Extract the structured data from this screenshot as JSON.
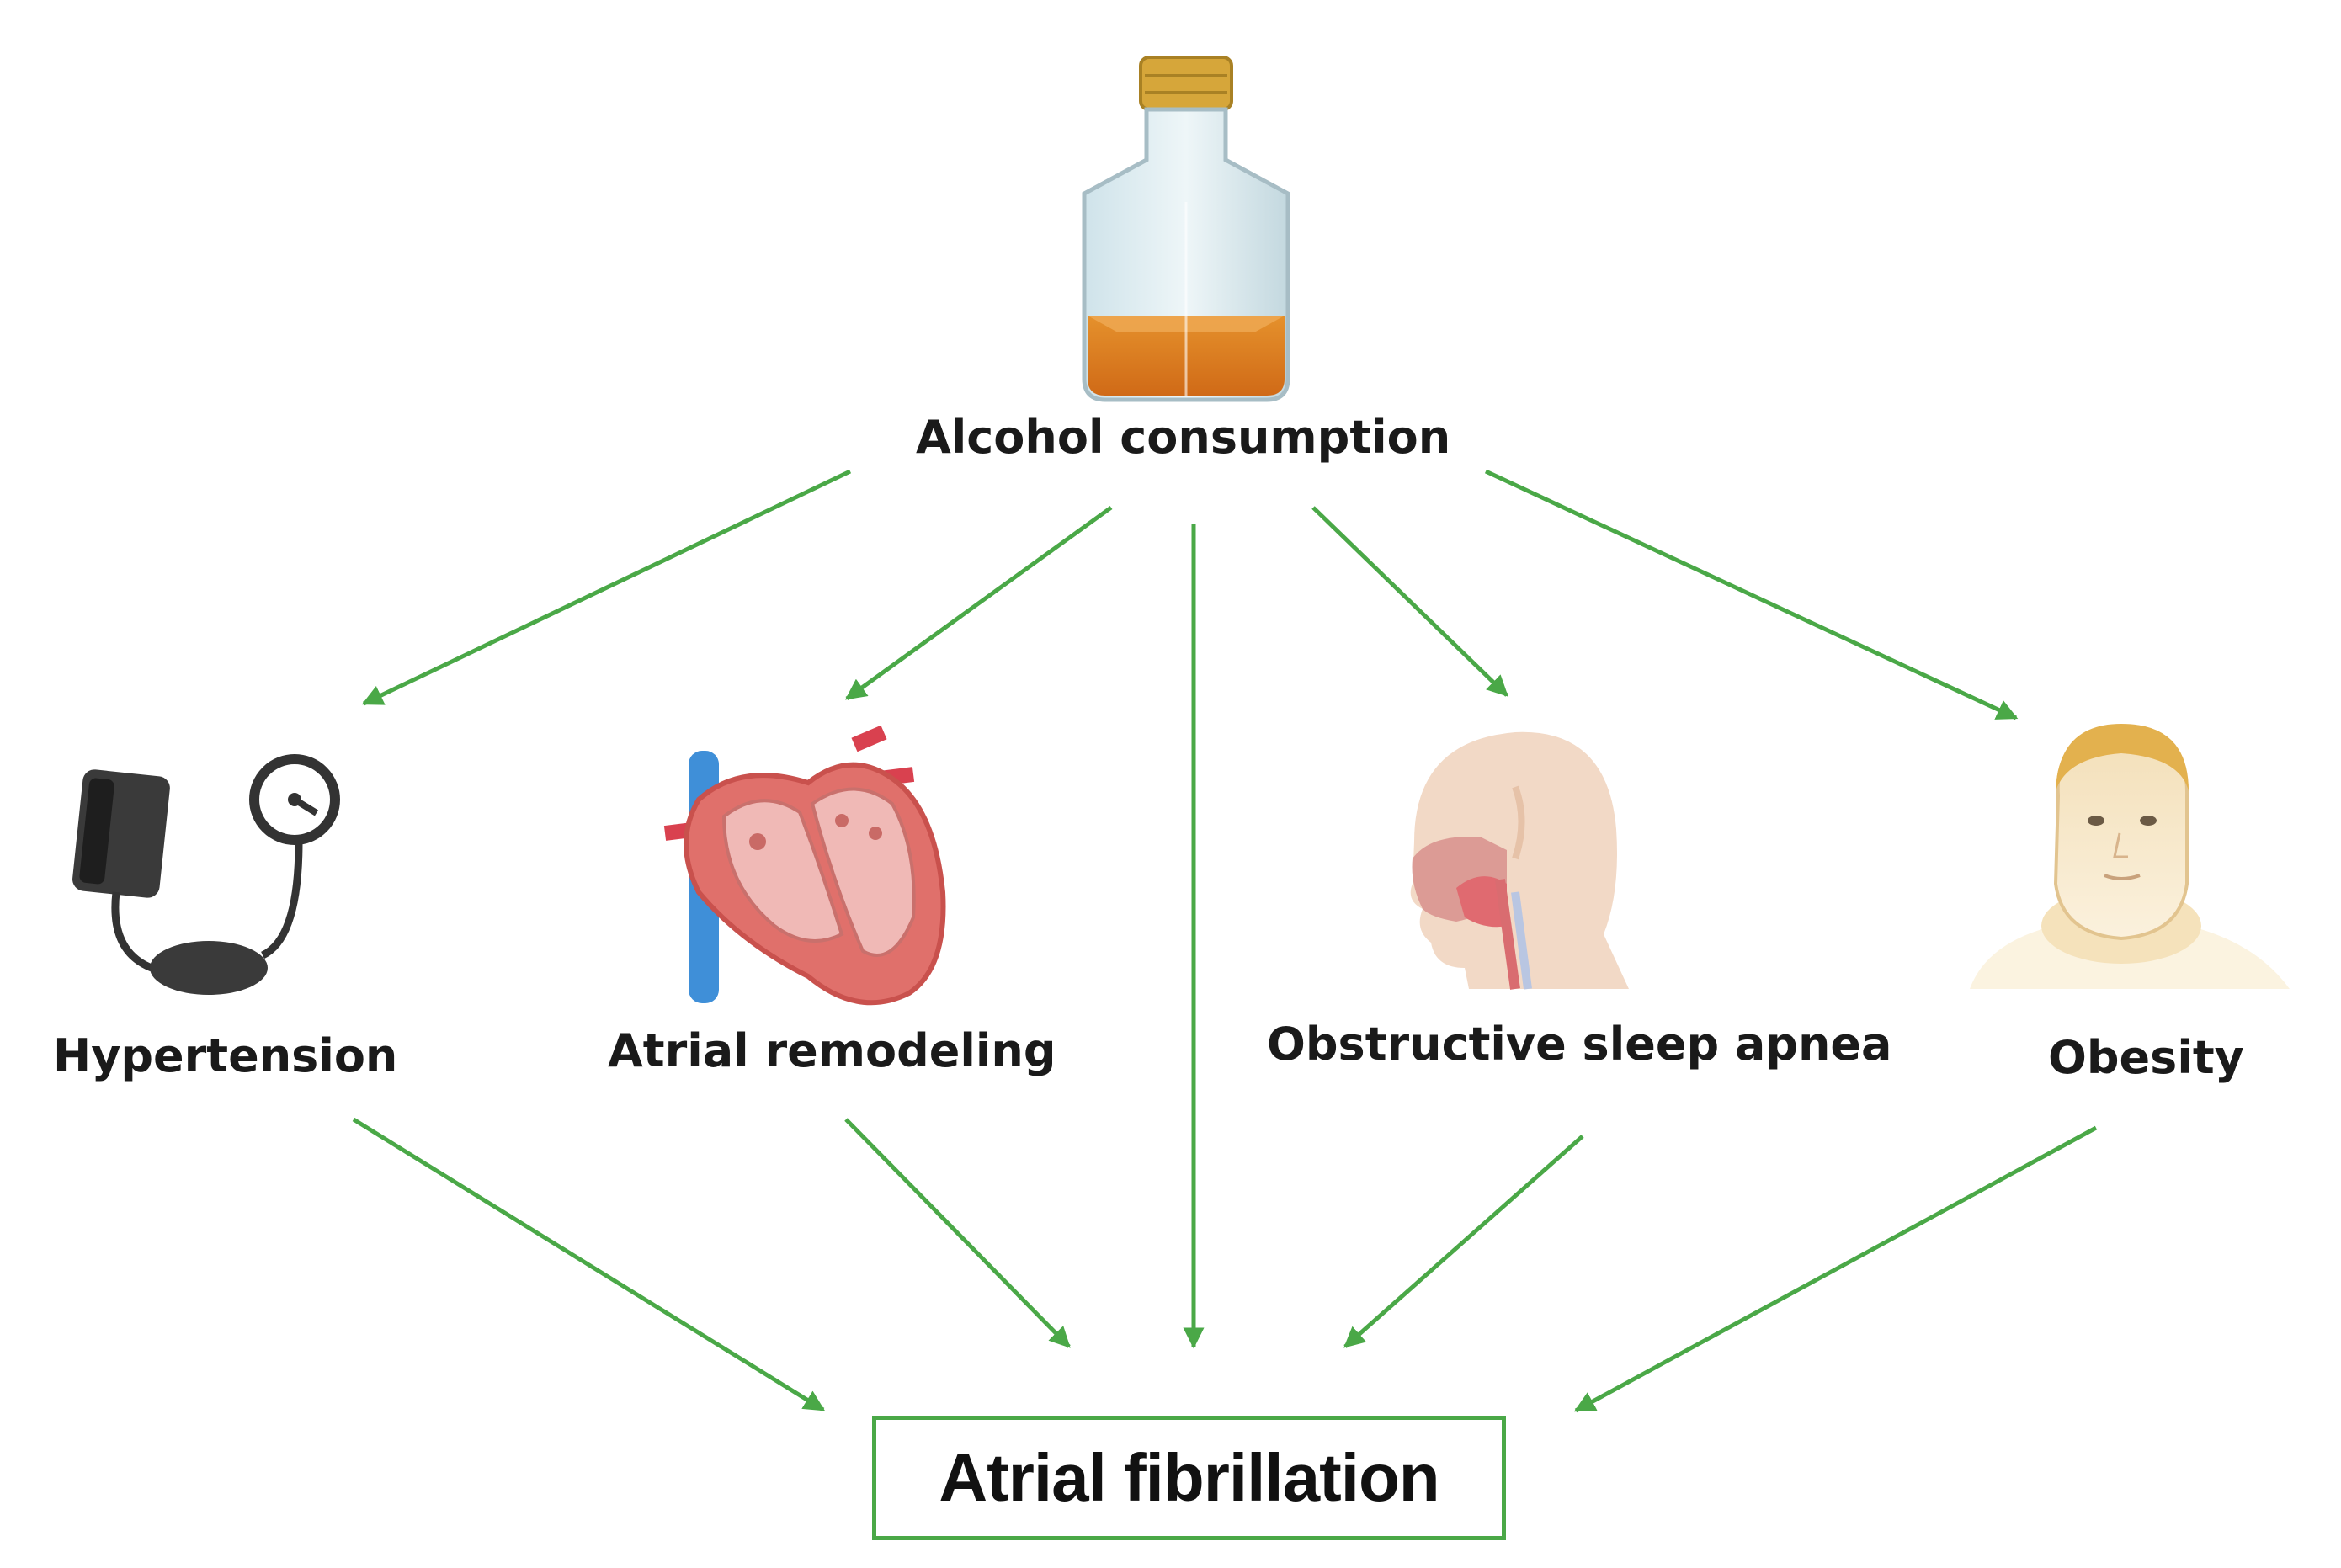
{
  "nodes": {
    "source": {
      "label": "Alcohol consumption",
      "icon": "bottle-icon"
    },
    "mediators": [
      {
        "label": "Hypertension",
        "icon": "blood-pressure-cuff-icon"
      },
      {
        "label": "Atrial remodeling",
        "icon": "heart-icon"
      },
      {
        "label": "Obstructive sleep apnea",
        "icon": "head-airway-icon"
      },
      {
        "label": "Obesity",
        "icon": "obese-person-icon"
      }
    ],
    "outcome": {
      "label": "Atrial fibrillation"
    }
  },
  "colors": {
    "arrow": "#4aa847",
    "box_border": "#4aa847",
    "text": "#1a1a1a"
  }
}
